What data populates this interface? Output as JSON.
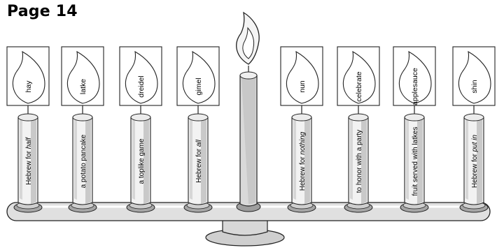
{
  "page": {
    "title": "Page 14"
  },
  "candles": [
    {
      "word": "hay",
      "clue_plain": "Hebrew for ",
      "clue_italic": "half"
    },
    {
      "word": "latke",
      "clue_plain": "a potato pancake",
      "clue_italic": ""
    },
    {
      "word": "dreidel",
      "clue_plain": "a toplike game",
      "clue_italic": ""
    },
    {
      "word": "gimel",
      "clue_plain": "Hebrew for ",
      "clue_italic": "all"
    },
    {
      "word": "nun",
      "clue_plain": "Hebrew for ",
      "clue_italic": "nothing"
    },
    {
      "word": "celebrate",
      "clue_plain": "to honor with a party",
      "clue_italic": ""
    },
    {
      "word": "applesauce",
      "clue_plain": "fruit served with latkes",
      "clue_italic": ""
    },
    {
      "word": "shin",
      "clue_plain": "Hebrew for ",
      "clue_italic": "put in"
    }
  ],
  "colors": {
    "candle_fill": "#f2f2f2",
    "shade": "#c9c9c9",
    "outline": "#222222",
    "base": "#d4d4d4"
  }
}
